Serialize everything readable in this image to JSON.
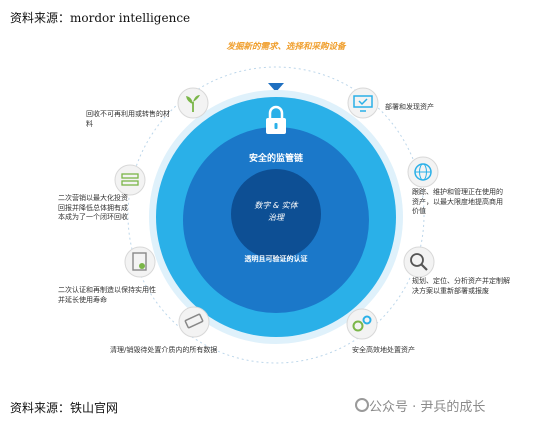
{
  "caption_top": "资料来源：mordor intelligence",
  "caption_bottom": "资料来源：铁山官网",
  "headline": "发掘新的需求、选择和采购设备",
  "center": {
    "ring_title": "安全的监管链",
    "core_line1": "数字 & 实体",
    "core_line2": "治理",
    "core_bottom": "透明且可验证的认证"
  },
  "steps": [
    {
      "id": "deploy",
      "text": "部署和发现资产",
      "icon": "monitor-check-icon"
    },
    {
      "id": "track",
      "text": "跟踪、维护和管理正在使用的资产，以最大限度地提高商用价值",
      "icon": "globe-icon"
    },
    {
      "id": "plan",
      "text": "规划、定位、分析资产并定制解决方案以重新部署或报废",
      "icon": "magnifier-icon"
    },
    {
      "id": "dispose",
      "text": "安全高效地处置资产",
      "icon": "gears-icon"
    },
    {
      "id": "erase",
      "text": "清理/销毁待处置介质内的所有数据",
      "icon": "eraser-icon"
    },
    {
      "id": "certify",
      "text": "二次认证和再制造以保持实用性并延长使用寿命",
      "icon": "certificate-icon"
    },
    {
      "id": "resale",
      "text": "二次营销以最大化投资回报并降低总体拥有成本成为了一个闭环回收",
      "icon": "server-cycle-icon"
    },
    {
      "id": "recycle",
      "text": "回收不可再利用或转售的材料",
      "icon": "plant-recycle-icon"
    }
  ],
  "watermark": "公众号 · 尹兵的成长",
  "colors": {
    "outer_ring": "#2ab0e8",
    "middle": "#1b78c9",
    "core": "#0d4f94",
    "headline": "#f0a030"
  }
}
